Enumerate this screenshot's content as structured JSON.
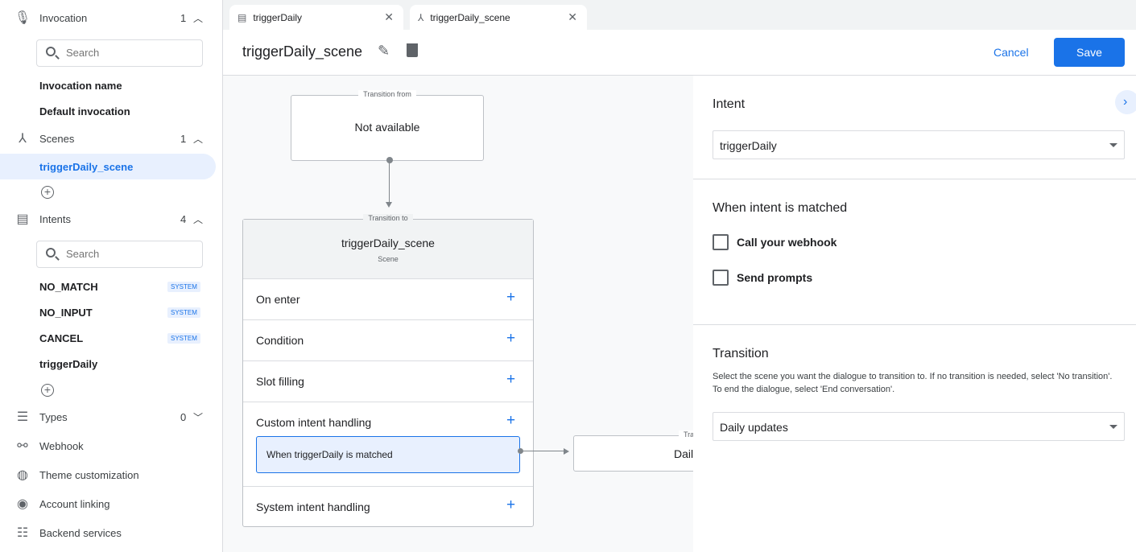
{
  "sidebar": {
    "invocation": {
      "label": "Invocation",
      "count": "1",
      "search_placeholder": "Search",
      "items": [
        "Invocation name",
        "Default invocation"
      ]
    },
    "scenes": {
      "label": "Scenes",
      "count": "1",
      "items": [
        "triggerDaily_scene"
      ]
    },
    "intents": {
      "label": "Intents",
      "count": "4",
      "search_placeholder": "Search",
      "items": [
        {
          "label": "NO_MATCH",
          "badge": "SYSTEM"
        },
        {
          "label": "NO_INPUT",
          "badge": "SYSTEM"
        },
        {
          "label": "CANCEL",
          "badge": "SYSTEM"
        },
        {
          "label": "triggerDaily"
        }
      ]
    },
    "types": {
      "label": "Types",
      "count": "0"
    },
    "webhook": "Webhook",
    "theme": "Theme customization",
    "account": "Account linking",
    "backend": "Backend services"
  },
  "tabs": [
    {
      "label": "triggerDaily"
    },
    {
      "label": "triggerDaily_scene"
    }
  ],
  "header": {
    "title": "triggerDaily_scene",
    "cancel": "Cancel",
    "save": "Save"
  },
  "canvas": {
    "from": {
      "caption": "Transition from",
      "value": "Not available"
    },
    "scene": {
      "caption": "Transition to",
      "name": "triggerDaily_scene",
      "type": "Scene",
      "rows": [
        "On enter",
        "Condition",
        "Slot filling",
        "Custom intent handling",
        "System intent handling"
      ],
      "handler": "When triggerDaily is matched"
    },
    "target": {
      "caption": "Transition to",
      "value": "Daily updates"
    }
  },
  "panel": {
    "intent_title": "Intent",
    "intent_value": "triggerDaily",
    "matched_title": "When intent is matched",
    "webhook": "Call your webhook",
    "prompts": "Send prompts",
    "transition_title": "Transition",
    "transition_desc": "Select the scene you want the dialogue to transition to. If no transition is needed, select 'No transition'. To end the dialogue, select 'End conversation'.",
    "transition_value": "Daily updates"
  },
  "colors": {
    "accent": "#1a73e8",
    "selected_bg": "#e8f0fe"
  }
}
